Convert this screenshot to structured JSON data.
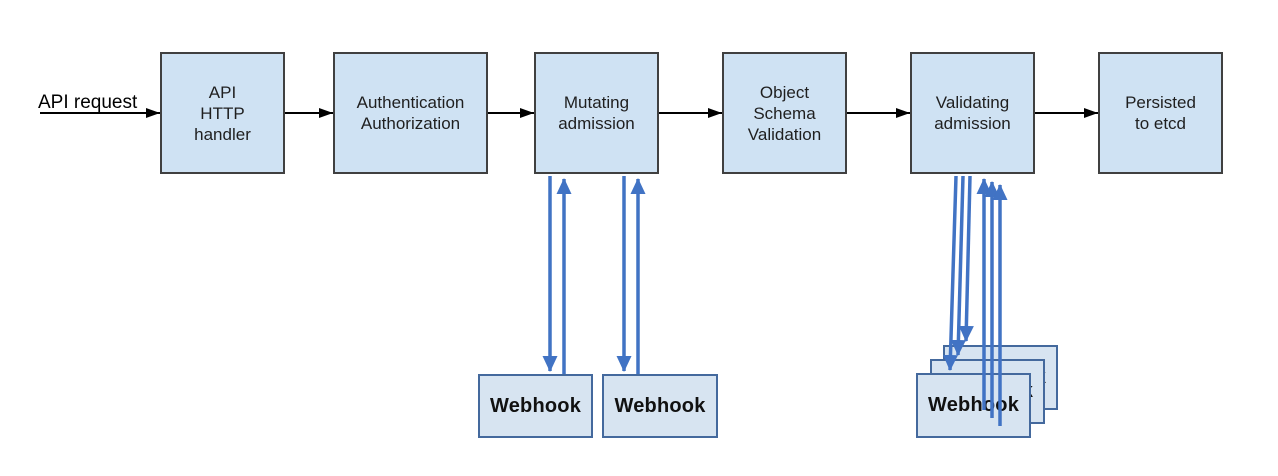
{
  "source": {
    "label": "API request"
  },
  "pipeline": {
    "nodes": [
      {
        "id": "api-http-handler",
        "label": "API\nHTTP\nhandler"
      },
      {
        "id": "authn-authz",
        "label": "Authentication\nAuthorization"
      },
      {
        "id": "mutating-admission",
        "label": "Mutating\nadmission"
      },
      {
        "id": "object-schema-validation",
        "label": "Object\nSchema\nValidation"
      },
      {
        "id": "validating-admission",
        "label": "Validating\nadmission"
      },
      {
        "id": "persisted-to-etcd",
        "label": "Persisted\nto etcd"
      }
    ]
  },
  "webhooks": {
    "mutating": [
      {
        "label": "Webhook"
      },
      {
        "label": "Webhook"
      }
    ],
    "validating": [
      {
        "label": "Webhook"
      },
      {
        "label": "Webhook"
      },
      {
        "label": "Webhook"
      }
    ]
  },
  "colors": {
    "node_fill": "#cfe2f3",
    "node_border": "#404040",
    "webhook_fill": "#d7e4f1",
    "webhook_border": "#44699d",
    "arrow_black": "#000000",
    "arrow_blue": "#4173c4"
  }
}
